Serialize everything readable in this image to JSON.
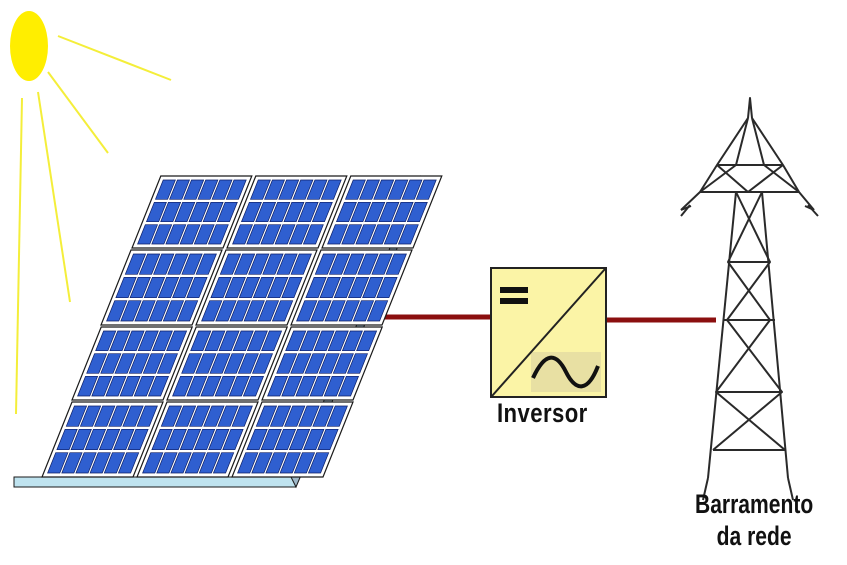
{
  "diagram": {
    "components": [
      {
        "id": "sun",
        "icon": "sun-icon"
      },
      {
        "id": "solar-array",
        "icon": "solar-panel-icon"
      },
      {
        "id": "inverter",
        "icon": "inverter-icon",
        "symbols": [
          "dc-symbol",
          "ac-sine-symbol"
        ]
      },
      {
        "id": "grid-tower",
        "icon": "transmission-tower-icon"
      }
    ],
    "labels": {
      "inverter": "Inversor",
      "grid_line1": "Barramento",
      "grid_line2": "da rede"
    },
    "connections": [
      {
        "from": "solar-array",
        "to": "inverter"
      },
      {
        "from": "inverter",
        "to": "grid-tower"
      }
    ]
  },
  "colors": {
    "sun": "#ffee00",
    "sun_rays": "#f4ee3a",
    "cell_blue": "#2f5fd0",
    "panel_frame": "#ffffff",
    "panel_outline": "#1a1a1a",
    "panel_base": "#bfe3ef",
    "inverter_fill": "#fbf4a6",
    "cable": "#8b0f0f",
    "tower": "#2a2a2a"
  }
}
